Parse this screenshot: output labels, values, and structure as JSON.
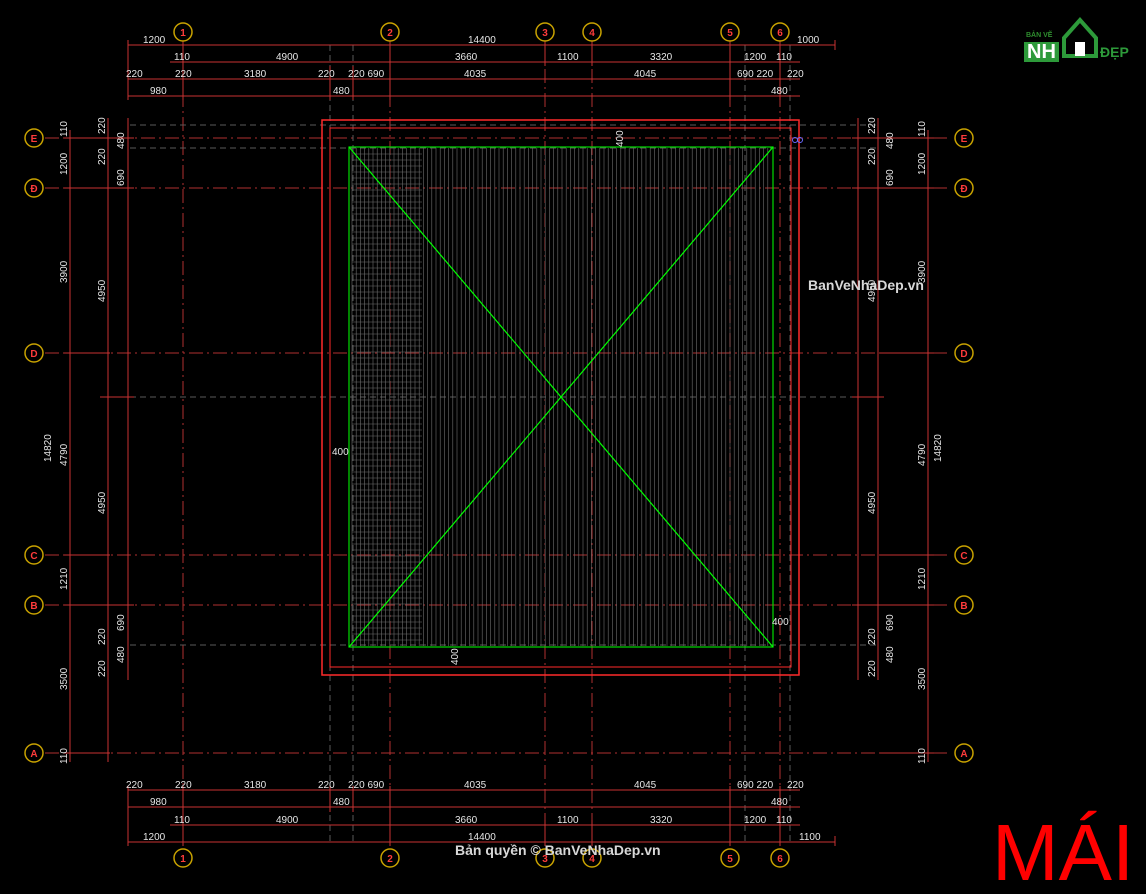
{
  "drawing": {
    "title": "MÁI",
    "watermark_side": "BanVeNhaDep.vn",
    "watermark_bottom": "Bản quyền © BanVeNhaDep.vn"
  },
  "logo": {
    "line1": "BẢN VẼ",
    "line2": "NH",
    "line3": "ĐẸP",
    "icon": "house-icon",
    "brand_color": "#2d9a3a"
  },
  "colors": {
    "background": "#000000",
    "roof_outline": "#ff2a2a",
    "ridge": "#00ff00",
    "grid_line": "#b03030",
    "bubble": "#c8a200"
  },
  "grid_columns": [
    "1",
    "2",
    "3",
    "4",
    "5",
    "6"
  ],
  "grid_rows": [
    "E",
    "Đ",
    "D",
    "C",
    "B",
    "A"
  ],
  "dims_top": {
    "overall": [
      "1200",
      "14400",
      "1000"
    ],
    "row1": [
      "110",
      "4900",
      "3660",
      "1100",
      "3320",
      "1200",
      "110"
    ],
    "row2": [
      "220",
      "220",
      "3180",
      "220",
      "220 690",
      "4035",
      "4045",
      "690 220",
      "220"
    ],
    "row3": [
      "980",
      "480",
      "480"
    ]
  },
  "dims_bottom": {
    "row3": [
      "220",
      "220",
      "3180",
      "220",
      "220 690",
      "4035",
      "4045",
      "690 220",
      "220"
    ],
    "row2": [
      "980",
      "480",
      "480"
    ],
    "row1": [
      "110",
      "4900",
      "3660",
      "1100",
      "3320",
      "1200",
      "110"
    ],
    "overall": [
      "1200",
      "14400",
      "1100"
    ]
  },
  "dims_left": {
    "outer": [
      "110",
      "1200",
      "3900",
      "14820",
      "1210",
      "3500",
      "110"
    ],
    "inner": [
      "220",
      "220",
      "480",
      "690",
      "4950",
      "4790",
      "4950",
      "690",
      "220",
      "220",
      "480"
    ]
  },
  "dims_right": {
    "outer": [
      "110",
      "1200",
      "3900",
      "14820",
      "1210",
      "3500",
      "110"
    ],
    "inner": [
      "220",
      "220",
      "480",
      "690",
      "4950",
      "4790",
      "4950",
      "690",
      "220",
      "220",
      "480"
    ]
  },
  "roof_labels": [
    "400",
    "400",
    "400",
    "400"
  ]
}
